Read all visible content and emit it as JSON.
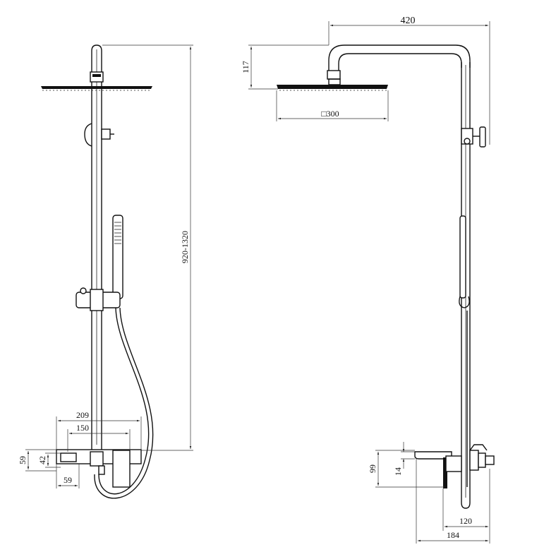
{
  "front_view": {
    "labels": {
      "total_height": "920-1320",
      "mixer_width": "209",
      "mixer_inner_width": "150",
      "mixer_height": "59",
      "outlet_height": "42",
      "outlet_width": "59"
    }
  },
  "side_view": {
    "labels": {
      "arm_reach": "420",
      "arm_height": "117",
      "head_size": "□300",
      "spout_height": "99",
      "spout_offset": "14",
      "spout_depth_inner": "120",
      "spout_depth_outer": "184"
    }
  }
}
